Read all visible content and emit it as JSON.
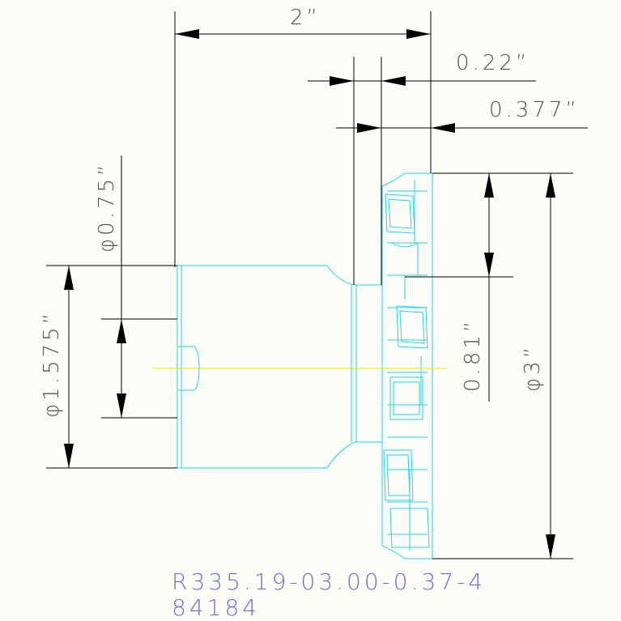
{
  "drawing": {
    "dimensions": {
      "overall_length": "2”",
      "insert_width": "0.22”",
      "flange_width": "0.377”",
      "bore_diameter": "φ0.75”",
      "shank_diameter": "φ1.575”",
      "cut_depth": "0.81”",
      "cutter_diameter": "φ3”"
    },
    "part_number": "R335.19-03.00-0.37-4",
    "code": "84184",
    "colors": {
      "part_outline": "#22d4e6",
      "dimension": "#000000",
      "centerline": "#e6e600",
      "caption": "#6e6ee0",
      "dim_text": "#505050"
    }
  }
}
